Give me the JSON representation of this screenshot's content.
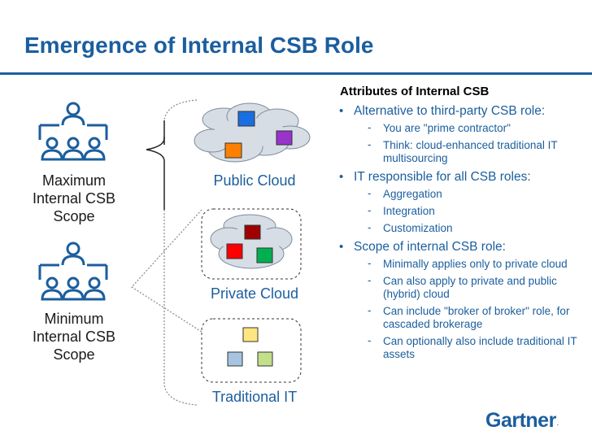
{
  "title": "Emergence of Internal CSB Role",
  "scopes": {
    "maximum": [
      "Maximum",
      "Internal CSB",
      "Scope"
    ],
    "minimum": [
      "Minimum",
      "Internal CSB",
      "Scope"
    ]
  },
  "clouds": {
    "public": "Public Cloud",
    "private": "Private Cloud",
    "traditional": "Traditional IT"
  },
  "attributes": {
    "heading": "Attributes of Internal CSB",
    "bullets": [
      {
        "text": "Alternative to third-party CSB role:",
        "subs": [
          "You are \"prime contractor\"",
          "Think: cloud-enhanced traditional IT multisourcing"
        ]
      },
      {
        "text": "IT responsible for all CSB roles:",
        "subs": [
          "Aggregation",
          "Integration",
          "Customization"
        ]
      },
      {
        "text": "Scope of internal CSB role:",
        "subs": [
          "Minimally applies only to private cloud",
          "Can also apply to private and public (hybrid) cloud",
          "Can include \"broker of broker\" role, for cascaded brokerage",
          "Can optionally also include traditional IT assets"
        ]
      }
    ]
  },
  "logo": {
    "name": "Gartner",
    "mark": "."
  },
  "colors": {
    "brand": "#1b5e9e",
    "blue_square": "#1a6fe0",
    "purple_square": "#9933cc",
    "orange_square": "#ff8000",
    "dark_red_square": "#a00000",
    "red_square": "#ff0000",
    "green_square": "#00b050",
    "yellow_square": "#ffe680",
    "light_blue_square": "#a6c4e0",
    "light_green_square": "#c2e08a"
  },
  "icons": [
    "org-chart-icon",
    "org-chart-icon",
    "cloud-icon",
    "bracket-icon"
  ]
}
